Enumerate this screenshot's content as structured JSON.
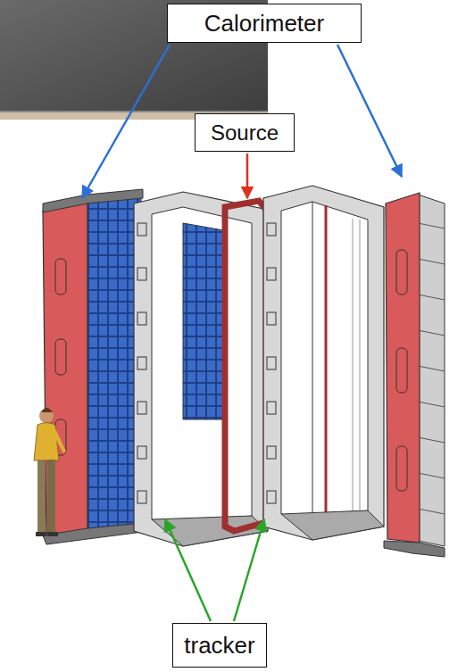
{
  "diagram": {
    "nodes": [
      {
        "text": [
          "Calorimeter"
        ]
      },
      {
        "text": [
          "Source"
        ]
      },
      {
        "text": [
          "tracker"
        ]
      }
    ]
  }
}
